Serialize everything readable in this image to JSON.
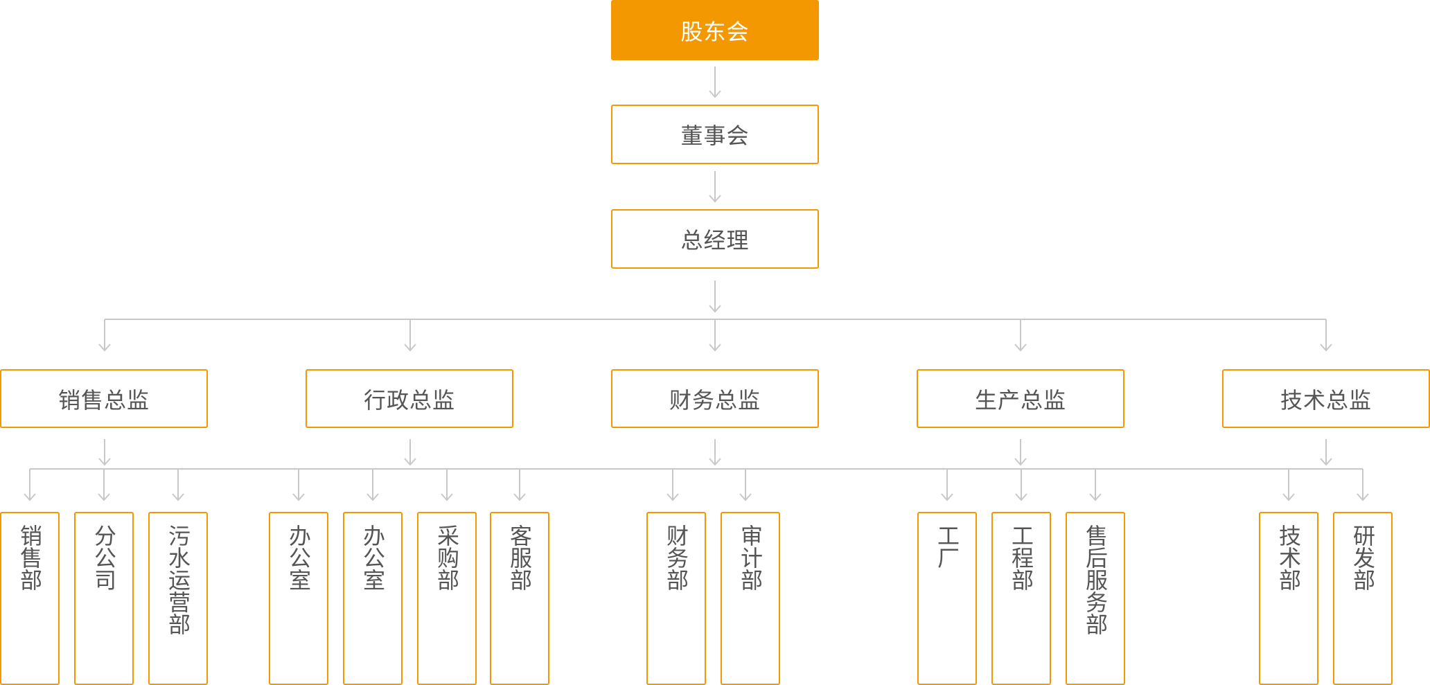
{
  "colors": {
    "accent": "#f39800",
    "line": "#c8c8c8",
    "text": "#555555"
  },
  "root": {
    "label": "股东会"
  },
  "board": {
    "label": "董事会"
  },
  "gm": {
    "label": "总经理"
  },
  "directors": [
    {
      "label": "销售总监",
      "departments": [
        "销售部",
        "分公司",
        "污水运营部"
      ]
    },
    {
      "label": "行政总监",
      "departments": [
        "办公室",
        "办公室",
        "采购部",
        "客服部"
      ]
    },
    {
      "label": "财务总监",
      "departments": [
        "财务部",
        "审计部"
      ]
    },
    {
      "label": "生产总监",
      "departments": [
        "工厂",
        "工程部",
        "售后服务部"
      ]
    },
    {
      "label": "技术总监",
      "departments": [
        "技术部",
        "研发部"
      ]
    }
  ]
}
